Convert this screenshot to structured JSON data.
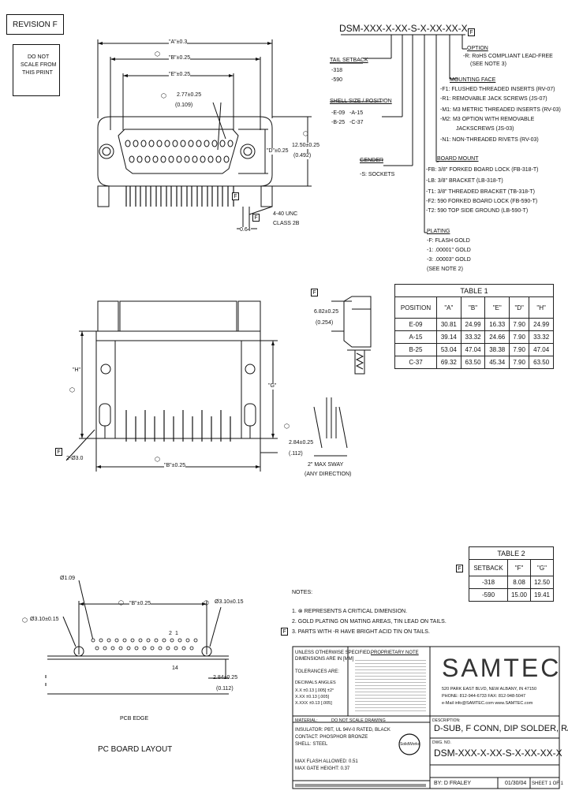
{
  "revision": "REVISION F",
  "do_not_scale": [
    "DO NOT",
    "SCALE FROM",
    "THIS PRINT"
  ],
  "part_number_top": "DSM-XXX-X-XX-S-X-XX-XX-X",
  "flag_f": "F",
  "options": {
    "option": [
      "OPTION",
      "-R: RoHS COMPLIANT LEAD-FREE",
      "(SEE NOTE 3)"
    ],
    "mounting_face": [
      "MOUNTING FACE",
      "-F1: FLUSHED THREADED INSERTS (RV-07)",
      "-R1: REMOVABLE JACK SCREWS (JS-07)",
      "-M1: M3 METRIC THREADED INSERTS (RV-03)",
      "-M2: M3 OPTION WITH REMOVABLE",
      "JACKSCREWS (JS-03)",
      "-N1: NON-THREADED RIVETS (RV-03)"
    ],
    "board_mount": [
      "BOARD MOUNT",
      "-FB: 3/8\" FORKED BOARD LOCK (FB-318-T)",
      "-LB: 3/8\" BRACKET (LB-318-T)",
      "-T1: 3/8\" THREADED BRACKET (TB-318-T)",
      "-F2: 590 FORKED BOARD LOCK (FB-590-T)",
      "-T2: 590 TOP SIDE GROUND (LB-590-T)"
    ],
    "plating": [
      "PLATING",
      "-F: FLASH GOLD",
      "-1: .00001\" GOLD",
      "-3: .00003\" GOLD",
      "(SEE NOTE 2)"
    ],
    "gender": [
      "GENDER",
      "-S: SOCKETS"
    ],
    "shell": [
      "SHELL SIZE / POSITION",
      "-E-09   -A-15",
      "-B-25   -C-37"
    ],
    "tail": [
      "TAIL SETBACK",
      "-318",
      "-590"
    ]
  },
  "dims_top": {
    "a": "\"A\"±0.3",
    "b": "\"B\"±0.25",
    "e": "\"E\"±0.25",
    "d277": "2.77±0.25",
    "d109": "(0.109)",
    "d": "\"D\"±0.25",
    "d1250": "12.50±0.25",
    "d492": "(0.492)",
    "d440": "4-40 UNC",
    "class": "CLASS 2B",
    "d064": "0.64"
  },
  "dims_front": {
    "h": "\"H\"",
    "g": "\"G\"",
    "b": "\"B\"±0.25",
    "d2": "2.84±0.25",
    "d3": "(.112)",
    "hole": "2-Ø3.0",
    "sway": "2\" MAX SWAY",
    "sway2": "(ANY DIRECTION)",
    "side1": "6.82±0.25",
    "side2": "(0.254)"
  },
  "table1": {
    "title": "TABLE 1",
    "headers": [
      "POSITION",
      "\"A\"",
      "\"B\"",
      "\"E\"",
      "\"D\"",
      "\"H\""
    ],
    "rows": [
      [
        "E-09",
        "30.81",
        "24.99",
        "16.33",
        "7.90",
        "24.99"
      ],
      [
        "A-15",
        "39.14",
        "33.32",
        "24.66",
        "7.90",
        "33.32"
      ],
      [
        "B-25",
        "53.04",
        "47.04",
        "38.38",
        "7.90",
        "47.04"
      ],
      [
        "C-37",
        "69.32",
        "63.50",
        "45.34",
        "7.90",
        "63.50"
      ]
    ]
  },
  "table2": {
    "title": "TABLE 2",
    "headers": [
      "SETBACK",
      "\"F\"",
      "\"G\""
    ],
    "rows": [
      [
        "-318",
        "8.08",
        "12.50"
      ],
      [
        "-590",
        "15.00",
        "19.41"
      ]
    ]
  },
  "pcb": {
    "d1": "Ø1.09",
    "d2": "\"B\"±0.25",
    "d3": "Ø3.10±0.15",
    "d4": "Ø3.10±0.15",
    "d5": "2.84±0.25",
    "d6": "(0.112)",
    "n2": "2",
    "n1": "1",
    "n14": "14",
    "edge": "PCB EDGE",
    "caption": "PC BOARD LAYOUT"
  },
  "notes": {
    "title": "NOTES:",
    "items": [
      "1. ⊗ REPRESENTS A CRITICAL DIMENSION.",
      "2. GOLD PLATING ON MATING AREAS, TIN LEAD ON TAILS.",
      "3. PARTS WITH -R HAVE BRIGHT ACID TIN ON TAILS."
    ]
  },
  "title_block": {
    "unless": [
      "UNLESS OTHERWISE SPECIFIED,",
      "DIMENSIONS ARE IN [MM]",
      "TOLERANCES ARE:"
    ],
    "tol": [
      "DECIMALS      ANGLES",
      "X.X ±0.13 [.005]      ±2°",
      "X.XX ±0.13 [.005]",
      "X.XXX ±0.13 [.005]"
    ],
    "proprietary": "PROPRIETARY NOTE",
    "material_label": "MATERIAL:",
    "do_not_scale": "DO NOT SCALE DRAWING",
    "material": [
      "INSULATOR: PBT, UL 94V-0 RATED, BLACK",
      "CONTACT: PHOSPHOR BRONZE",
      "SHELL: STEEL"
    ],
    "flash": [
      "MAX FLASH ALLOWED: 0.51",
      "MAX GATE HEIGHT: 0.37"
    ],
    "company": "SAMTEC",
    "address": [
      "520 PARK EAST BLVD, NEW ALBANY, IN 47150",
      "PHONE: 812-944-6733  FAX: 812-948-5047",
      "e-Mail info@SAMTEC.com  www.SAMTEC.com"
    ],
    "desc_label": "DESCRIPTION:",
    "description": "D-SUB, F CONN, DIP SOLDER, R/A",
    "dwg_label": "DWG. NO.",
    "dwg_no": "DSM-XXX-X-XX-S-X-XX-XX-X",
    "by": "BY:  D FRALEY",
    "date": "01/30/04",
    "sheet": "SHEET 1 OF 1",
    "solidworks": "SolidWorks"
  }
}
